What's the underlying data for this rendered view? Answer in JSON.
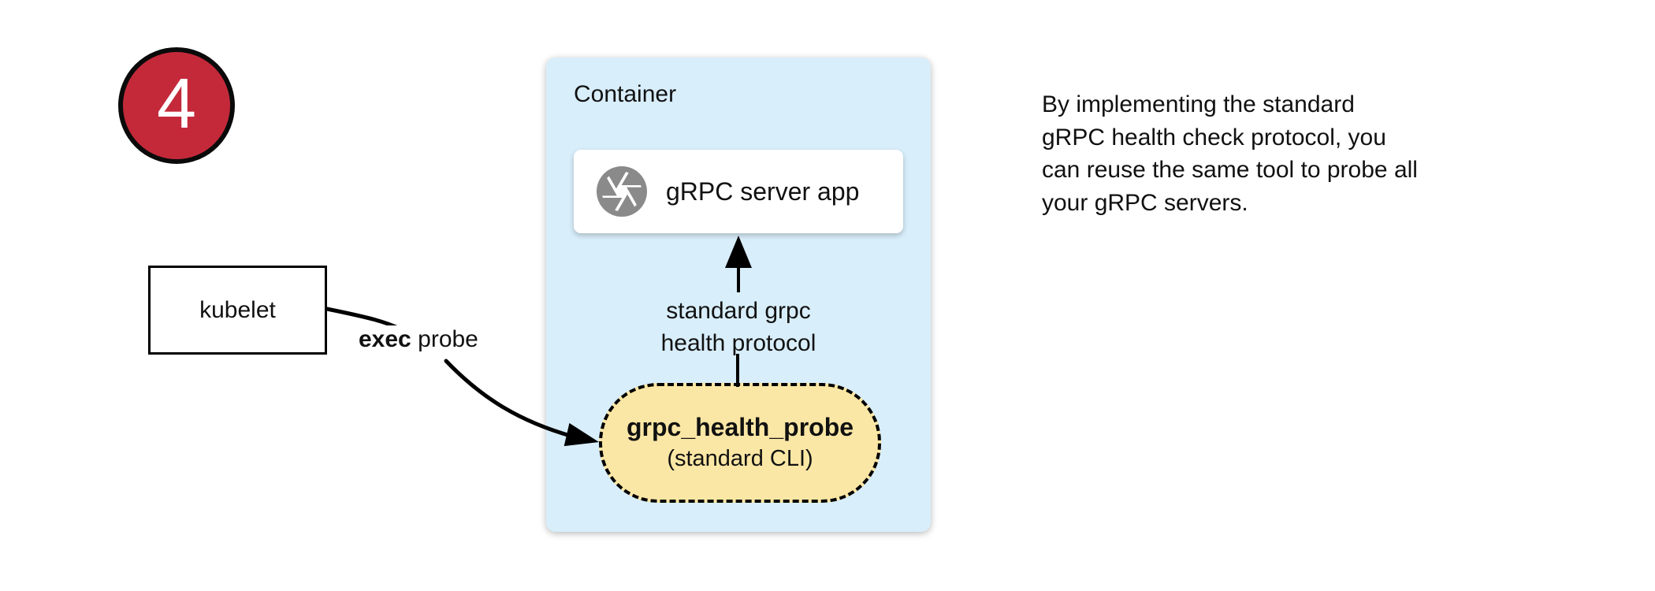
{
  "badge": {
    "number": "4",
    "fill": "#c4293a",
    "border_color": "#0a0a0a",
    "text_color": "#ffffff"
  },
  "kubelet": {
    "label": "kubelet"
  },
  "exec_probe_arrow": {
    "label_bold": "exec",
    "label_rest": "probe"
  },
  "container": {
    "title": "Container",
    "fill": "#d8eefa"
  },
  "grpc_server": {
    "label": "gRPC server app",
    "icon": "aperture-icon",
    "icon_color": "#8a8a8a"
  },
  "protocol_arrow": {
    "label_line1": "standard grpc",
    "label_line2": "health protocol"
  },
  "health_probe": {
    "title": "grpc_health_probe",
    "subtitle": "(standard CLI)",
    "fill": "#fbe7a5"
  },
  "note": {
    "line1": "By implementing the standard",
    "line2": "gRPC health check protocol, you",
    "line3": "can reuse the same tool to probe all",
    "line4": "your gRPC servers."
  },
  "arrow_color": "#000000"
}
